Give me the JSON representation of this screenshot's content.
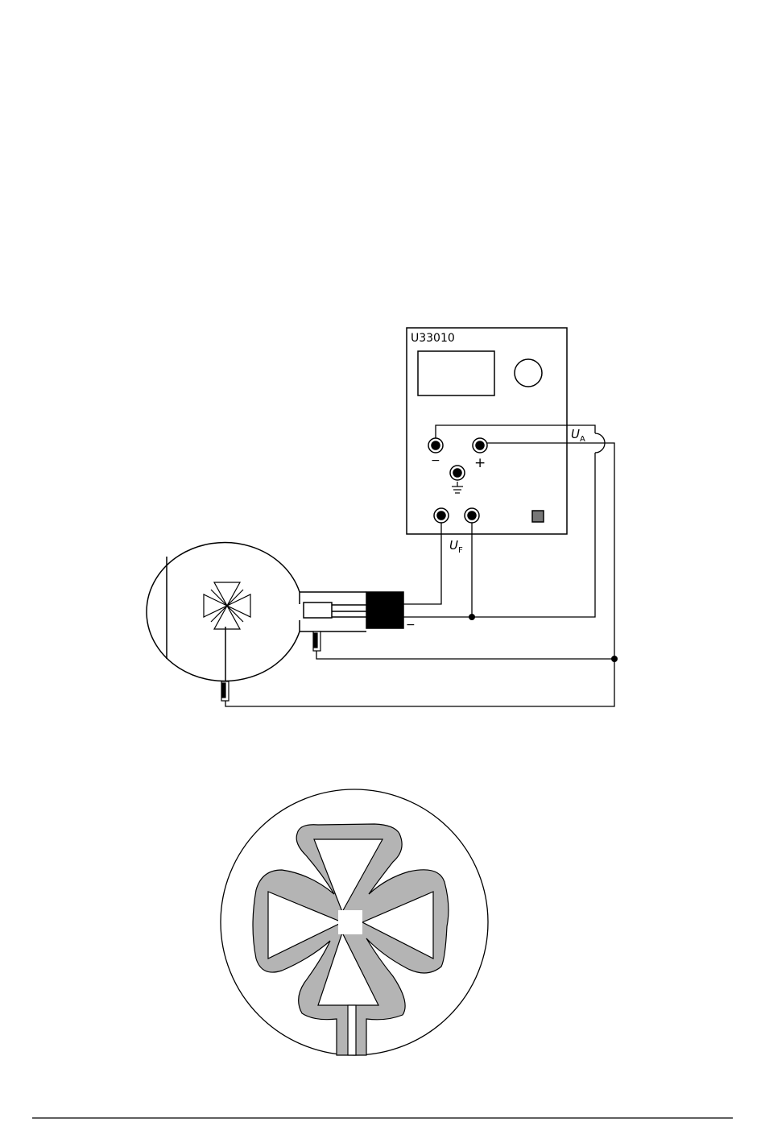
{
  "device": {
    "model_label": "U33010"
  },
  "terminals": {
    "minus_symbol": "−",
    "plus_symbol": "+",
    "anode_voltage": {
      "symbol": "U",
      "subscript": "A"
    },
    "filament_voltage": {
      "symbol": "U",
      "subscript": "F"
    },
    "cathode_minus_symbol": "−"
  },
  "colors": {
    "line": "#000000",
    "button": "#777777",
    "anode_coating": "#b4b4b4",
    "background": "#ffffff"
  }
}
